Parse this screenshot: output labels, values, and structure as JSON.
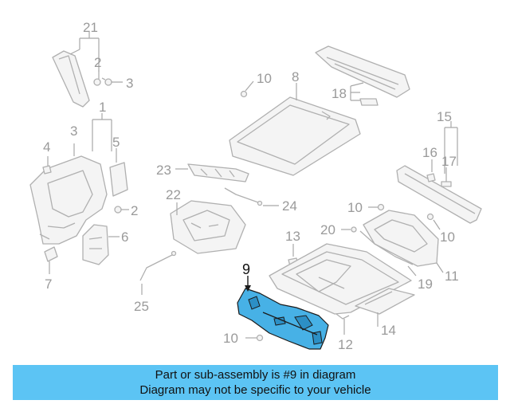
{
  "callouts": [
    "21",
    "2",
    "3",
    "10",
    "8",
    "18",
    "1",
    "3",
    "5",
    "4",
    "15",
    "16",
    "17",
    "23",
    "22",
    "2",
    "24",
    "10",
    "20",
    "13",
    "6",
    "10",
    "9",
    "11",
    "19",
    "7",
    "25",
    "10",
    "12",
    "14"
  ],
  "highlight_part": "9",
  "colors": {
    "highlight": "#47b1e6",
    "banner": "#5cc4f4",
    "line_art": "#b0b0b0"
  },
  "banner": {
    "line1": "Part or sub-assembly is #9 in diagram",
    "line2": "Diagram may not be specific to your vehicle"
  }
}
